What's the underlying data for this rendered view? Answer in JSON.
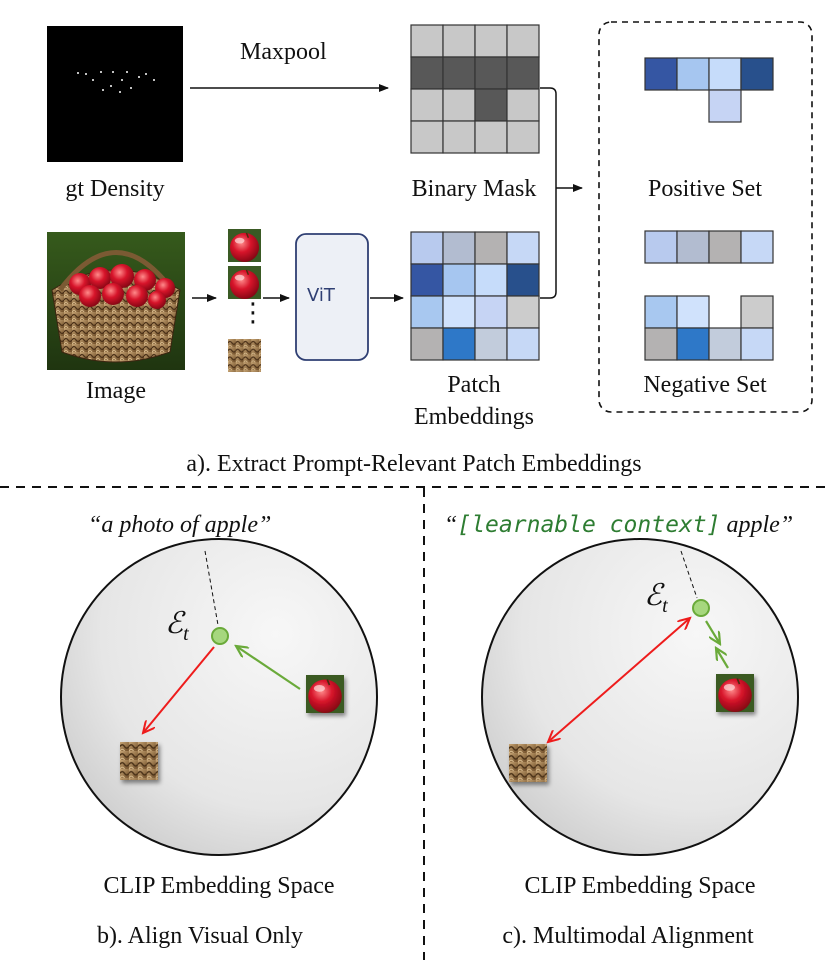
{
  "panel_a": {
    "gt_density_label": "gt Density",
    "image_label": "Image",
    "maxpool_label": "Maxpool",
    "vit_label": "ViT",
    "binary_mask_label": "Binary Mask",
    "patch_embeddings_label_line1": "Patch",
    "patch_embeddings_label_line2": "Embeddings",
    "positive_set_label": "Positive Set",
    "negative_set_label": "Negative Set",
    "ellipsis": "⋮",
    "caption": "a). Extract Prompt-Relevant Patch Embeddings",
    "binary_mask_grid": [
      [
        "#c8c8c8",
        "#c8c8c8",
        "#c8c8c8",
        "#c8c8c8"
      ],
      [
        "#585858",
        "#585858",
        "#585858",
        "#585858"
      ],
      [
        "#c8c8c8",
        "#c8c8c8",
        "#585858",
        "#c8c8c8"
      ],
      [
        "#c8c8c8",
        "#c8c8c8",
        "#c8c8c8",
        "#c8c8c8"
      ]
    ],
    "patch_grid": [
      [
        "#b8caee",
        "#b2bcd0",
        "#b4b2b2",
        "#c6d8f6"
      ],
      [
        "#3556a3",
        "#a6c6f0",
        "#c6dcfa",
        "#28508c"
      ],
      [
        "#a8c8f0",
        "#d0e2fc",
        "#c6d4f4",
        "#cccccc"
      ],
      [
        "#b4b2b2",
        "#2e78c8",
        "#c2ccdc",
        "#c6d8f6"
      ]
    ],
    "positive_top_row": [
      "#3556a3",
      "#a6c6f0",
      "#c6dcfa",
      "#28508c"
    ],
    "positive_extra": "#c6d4f4",
    "positive_second_row": [
      "#b8caee",
      "#b2bcd0",
      "#b4b2b2",
      "#c6d8f6"
    ],
    "negative_top": [
      "#a8c8f0",
      "#d0e2fc",
      "#cccccc"
    ],
    "negative_bottom": [
      "#b4b2b2",
      "#2e78c8",
      "#c2ccdc",
      "#c6d8f6"
    ]
  },
  "panel_b": {
    "prompt": "“a photo of apple”",
    "epsilon_symbol": "ℰ",
    "epsilon_subscript": "t",
    "space_label": "CLIP Embedding Space",
    "caption": "b). Align Visual Only"
  },
  "panel_c": {
    "prompt_open_quote": "“",
    "prompt_context": "[learnable context]",
    "prompt_tail": " apple”",
    "epsilon_symbol": "ℰ",
    "epsilon_subscript": "t",
    "space_label": "CLIP Embedding Space",
    "caption": "c). Multimodal Alignment"
  },
  "colors": {
    "green": "#6aaa3a",
    "green_fill": "#a6d77e",
    "red": "#ee1c1c",
    "vit_fill": "#edf0f6",
    "vit_border": "#2f3f73"
  }
}
